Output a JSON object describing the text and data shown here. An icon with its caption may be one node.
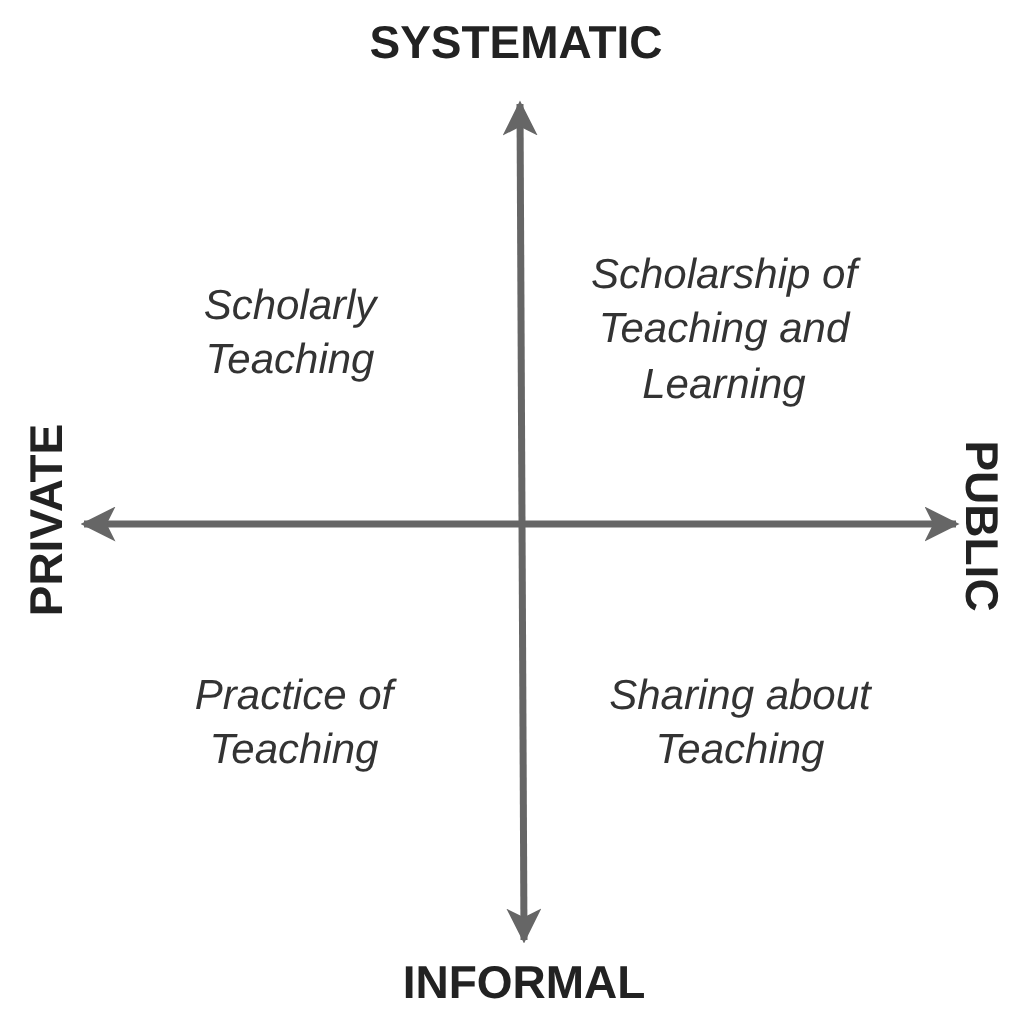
{
  "diagram": {
    "labels": [
      "SYSTEMATIC",
      "Scholarly Teaching",
      "Scholarship of Teaching and Learning",
      "PRIVATE",
      "PUBLIC",
      "Practice of Teaching",
      "Sharing about Teaching",
      "INFORMAL"
    ]
  }
}
